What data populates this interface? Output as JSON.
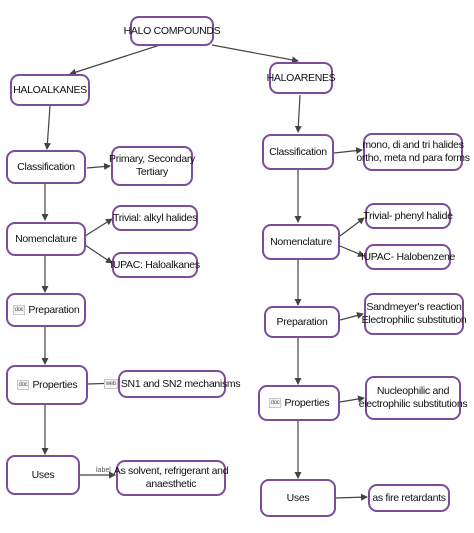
{
  "root": "HALO COMPOUNDS",
  "left": {
    "title": "HALOALKANES",
    "classification": "Classification",
    "classification_detail": [
      "Primary, Secondary",
      "Tertiary"
    ],
    "nomenclature": "Nomenclature",
    "nomenclature_trivial": "Trivial: alkyl halides",
    "nomenclature_iupac": "IUPAC: Haloalkanes",
    "preparation_tag": "doc",
    "preparation": "Preparation",
    "properties_tag": "doc",
    "properties": "Properties",
    "mechanisms_tag": "web",
    "mechanisms": "SN1 and SN2 mechanisms",
    "uses": "Uses",
    "uses_link_label": "label",
    "uses_detail": [
      "As solvent, refrigerant and",
      "anaesthetic"
    ]
  },
  "right": {
    "title": "HALOARENES",
    "classification": "Classification",
    "classification_detail": [
      "mono, di and tri halides",
      "ortho, meta nd para forms"
    ],
    "nomenclature": "Nomenclature",
    "nomenclature_trivial": "Trivial- phenyl halide",
    "nomenclature_iupac": "IUPAC- Halobenzene",
    "preparation": "Preparation",
    "preparation_detail": [
      "Sandmeyer's reaction",
      "Electrophilic substitution"
    ],
    "properties_tag": "doc",
    "properties": "Properties",
    "properties_detail": [
      "Nucleophilic and",
      "electrophilic substitutions"
    ],
    "uses": "Uses",
    "uses_detail": "as fire retardants"
  },
  "colors": {
    "border": "#7b4d9c",
    "line": "#444444",
    "text": "#111111"
  }
}
